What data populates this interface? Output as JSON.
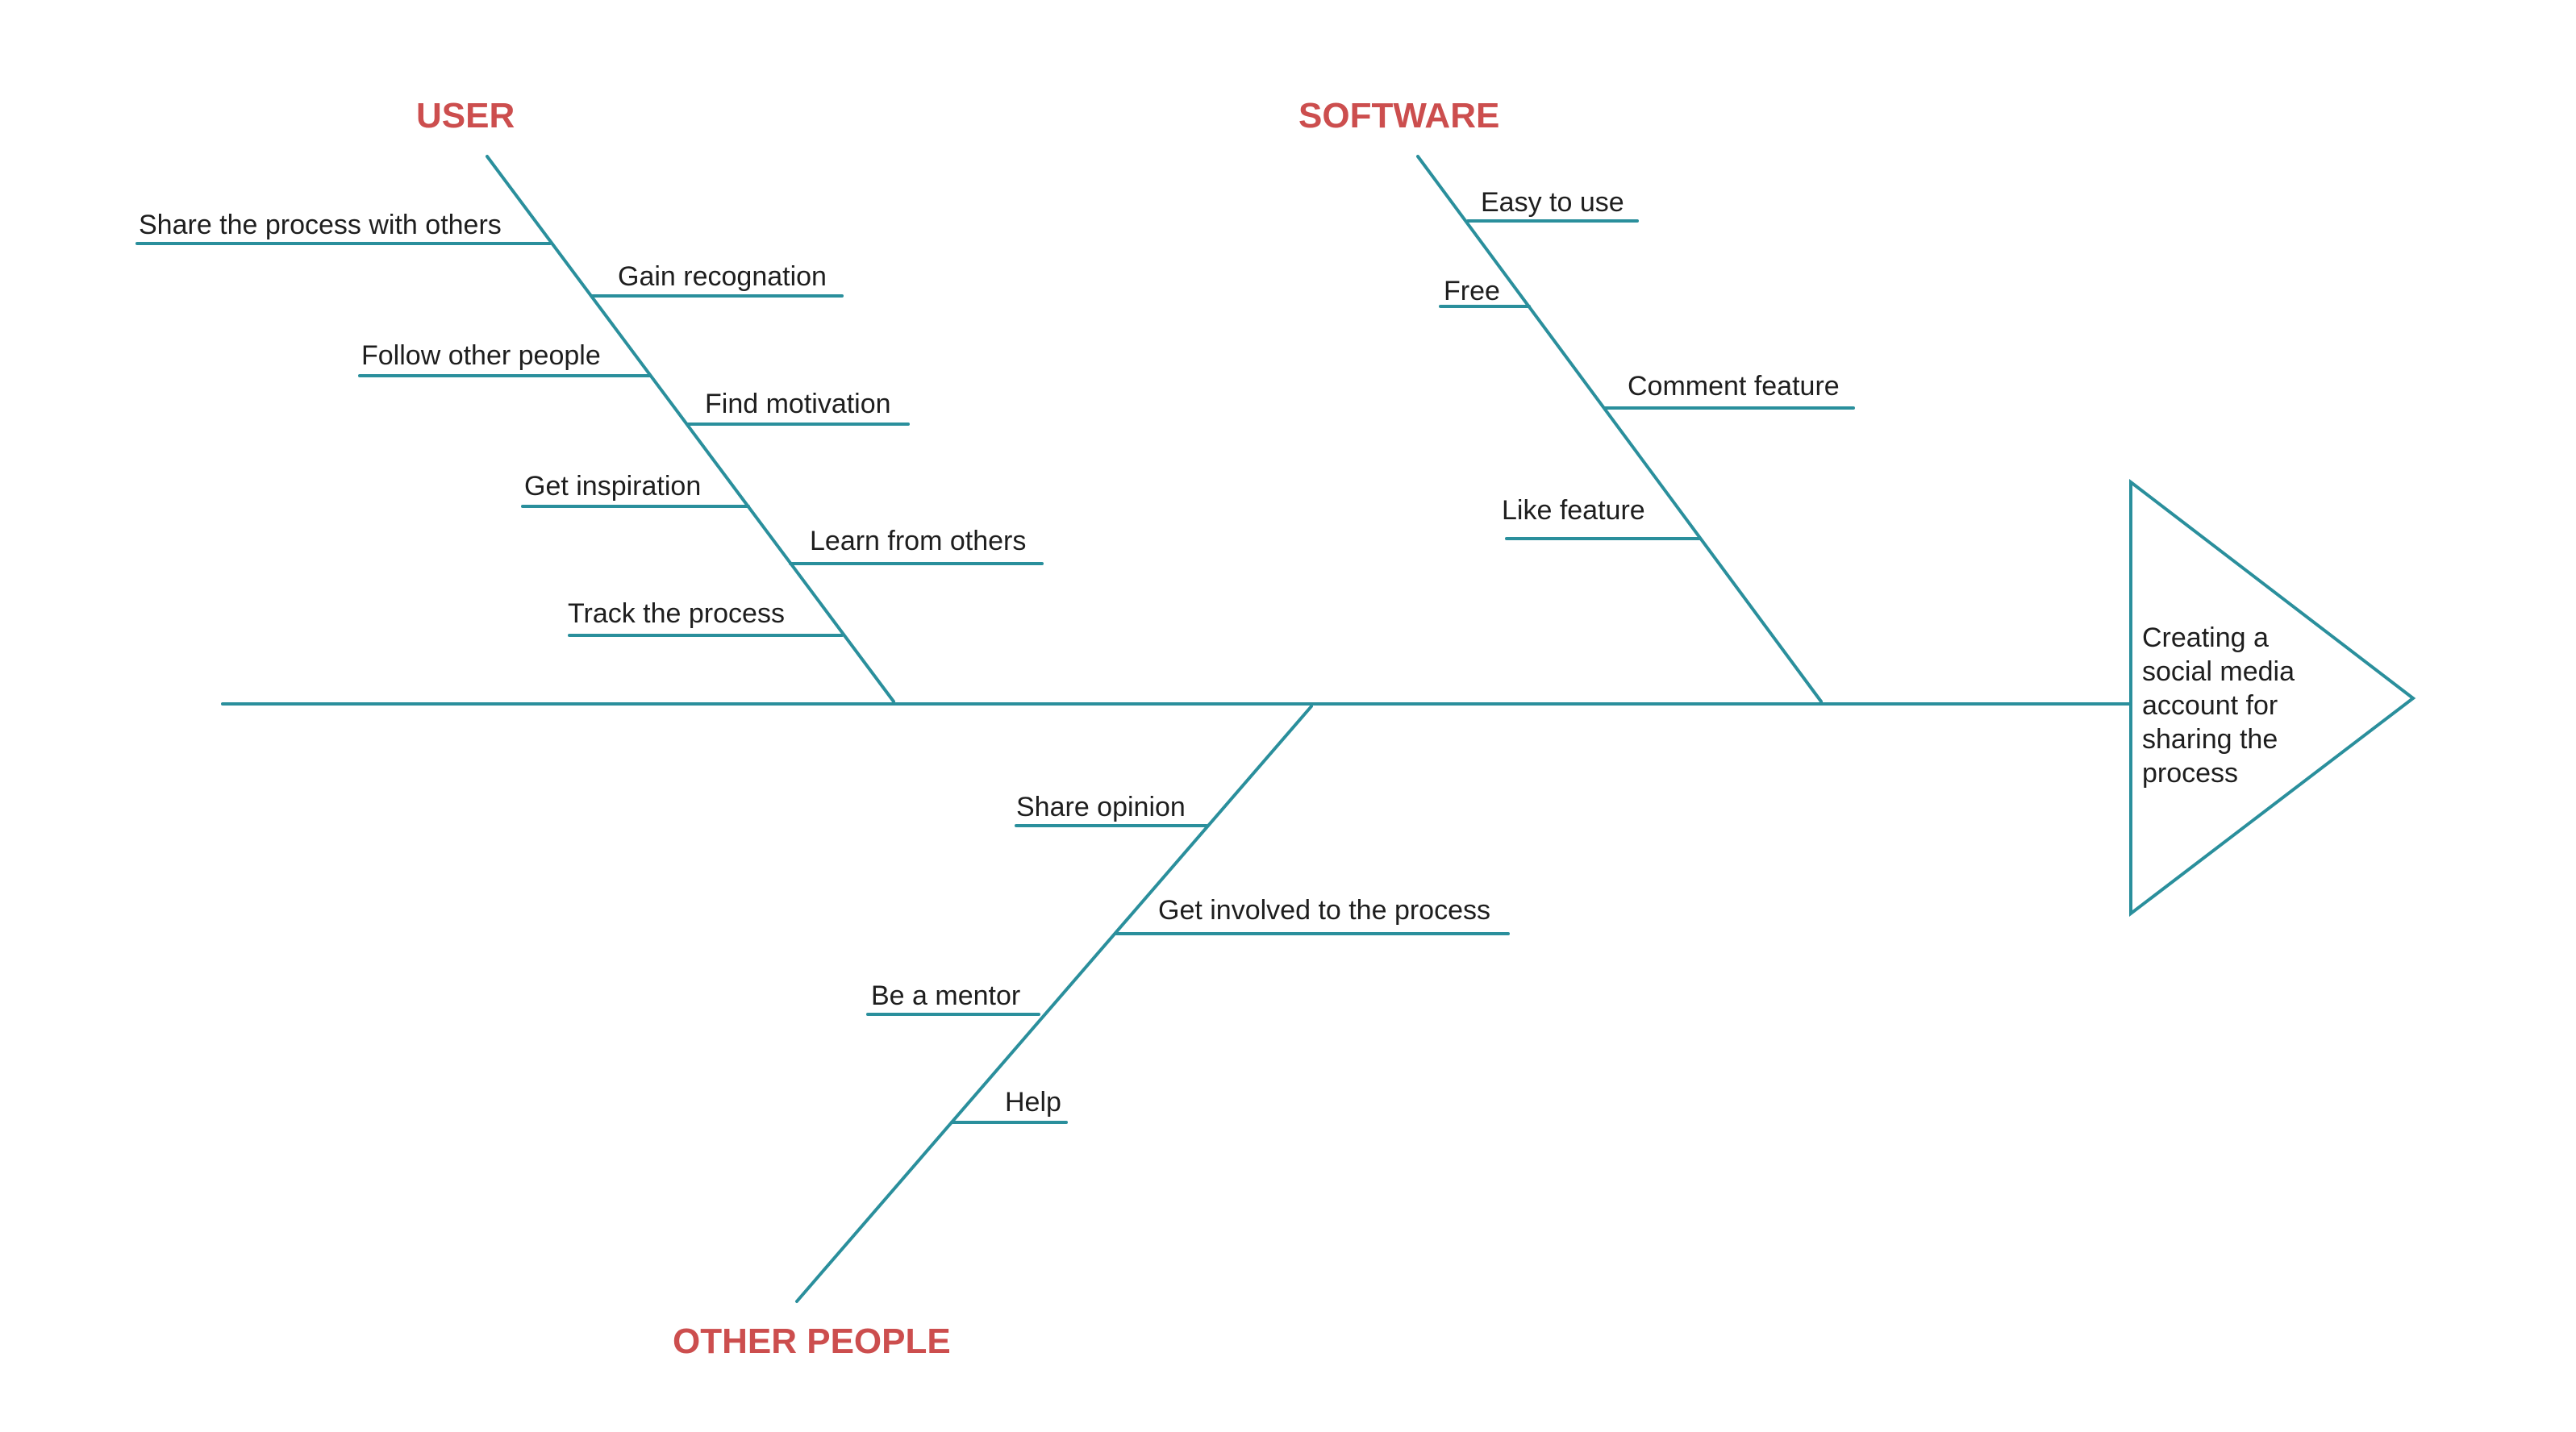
{
  "colors": {
    "line": "#2a8f9c",
    "category": "#cc4e4e",
    "text": "#1e1e1e",
    "background": "#ffffff"
  },
  "effect": "Creating a social media account for sharing the process",
  "categories": {
    "user": {
      "label": "USER",
      "causes": [
        "Share the process with others",
        "Gain recognation",
        "Follow other people",
        "Find motivation",
        "Get inspiration",
        "Learn from others",
        "Track the process"
      ]
    },
    "software": {
      "label": "SOFTWARE",
      "causes": [
        "Easy to use",
        "Free",
        "Comment feature",
        "Like feature"
      ]
    },
    "other_people": {
      "label": "OTHER PEOPLE",
      "causes": [
        "Share opinion",
        "Get involved to the process",
        "Be a mentor",
        "Help"
      ]
    }
  }
}
